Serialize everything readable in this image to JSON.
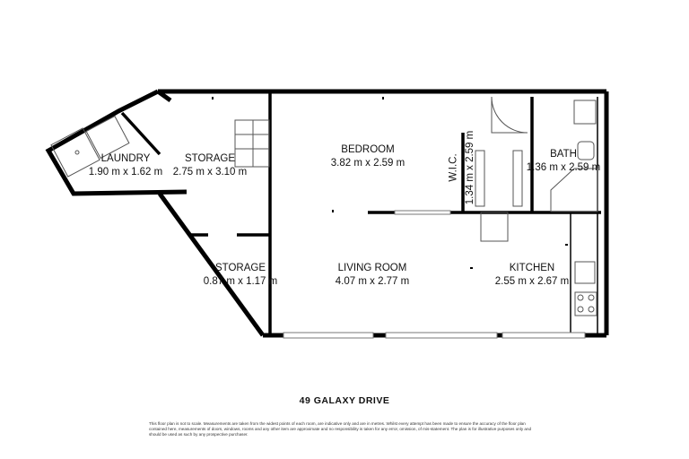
{
  "address": "49 GALAXY DRIVE",
  "disclaimer": "This floor plan is not to scale. Measurements are taken from the widest points of each room, are indicative only and are in metres. Whilst every attempt has been made to ensure the accuracy of the floor plan contained here, measurements of doors, windows, rooms and any other item are approximate and no responsibility is taken for any error, omission, of mis-statement. The plan is for illustrative purposes only and should be used as such by any prospective purchaser.",
  "rooms": {
    "laundry": {
      "name": "LAUNDRY",
      "dims": "1.90 m x 1.62 m"
    },
    "storage1": {
      "name": "STORAGE",
      "dims": "2.75 m x 3.10 m"
    },
    "bedroom": {
      "name": "BEDROOM",
      "dims": "3.82 m x 2.59 m"
    },
    "wic": {
      "name": "W.I.C.",
      "dims": "1.34 m x 2.59 m"
    },
    "bath": {
      "name": "BATH",
      "dims": "1.36 m x 2.59 m"
    },
    "storage2": {
      "name": "STORAGE",
      "dims": "0.87 m x 1.17 m"
    },
    "living": {
      "name": "LIVING ROOM",
      "dims": "4.07 m x 2.77 m"
    },
    "kitchen": {
      "name": "KITCHEN",
      "dims": "2.55 m x 2.67 m"
    }
  },
  "colors": {
    "wall": "#000000",
    "fixture": "#555555",
    "window": "#777777"
  }
}
